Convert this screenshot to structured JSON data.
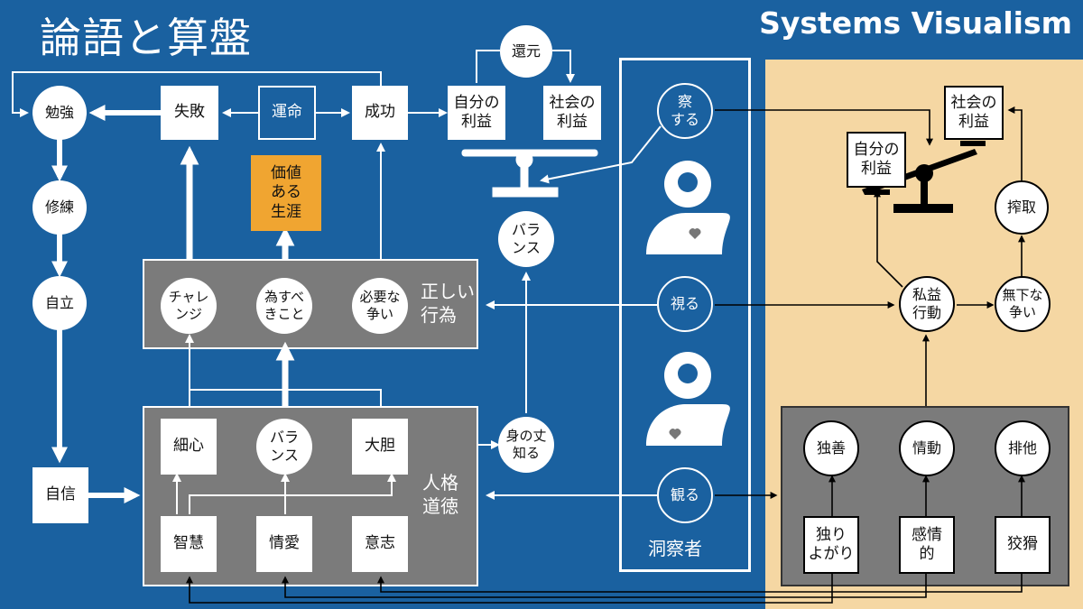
{
  "title": "論語と算盤",
  "brand": "Systems Visualism",
  "nodes": {
    "benkyo": "勉強",
    "shippai": "失敗",
    "unmei": "運命",
    "seiko": "成功",
    "jibun": "自分の\n利益",
    "kangen": "還元",
    "shakai": "社会の\n利益",
    "shuren": "修練",
    "kachi": "価値\nある\n生涯",
    "balance_top": "バラ\nンス",
    "jiritsu": "自立",
    "challenge": "チャレ\nンジ",
    "nasubeki": "為すべ\nきこと",
    "hitsuyo": "必要な\n争い",
    "tadashii": "正しい\n行為",
    "jishin": "自信",
    "saishin": "細心",
    "balance_mid": "バラ\nンス",
    "daitan": "大胆",
    "mi_no_take": "身の丈\n知る",
    "chie": "智慧",
    "joai": "情愛",
    "ishi": "意志",
    "jinkaku": "人格\n道徳",
    "sassuru": "察\nする",
    "miru1": "視る",
    "miru2": "観る",
    "dosatsusha": "洞察者",
    "jibun_r": "自分の\n利益",
    "shakai_r": "社会の\n利益",
    "sakushu": "搾取",
    "shieki": "私益\n行動",
    "mugena": "無下な\n争い",
    "dokuzen": "独善",
    "jodo": "情動",
    "haita": "排他",
    "hitoriyogari": "独り\nよがり",
    "kanjoteki": "感情\n的",
    "kokatsu": "狡猾"
  },
  "colors": {
    "background": "#1a61a0",
    "right_panel": "#f5d7a3",
    "accent": "#f0a531",
    "box_gray": "#7b7b7b"
  },
  "icons": [
    "person-brain-heart-icon",
    "person-brain-heart-icon",
    "balance-scale-icon",
    "tilted-scale-icon",
    "brand-logo-icon"
  ]
}
